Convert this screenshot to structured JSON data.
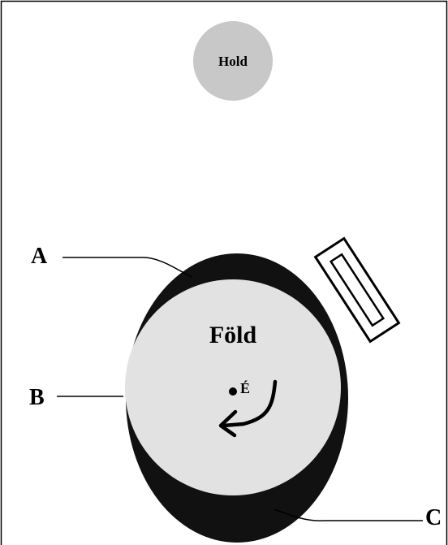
{
  "diagram": {
    "moon_label": "Hold",
    "earth_label": "Föld",
    "north_pole_label": "É",
    "label_a": "A",
    "label_b": "B",
    "label_c": "C"
  },
  "colors": {
    "background": "#ffffff",
    "frame": "#000000",
    "moon_fill": "#c8c8c8",
    "earth_fill": "#e2e2e2",
    "water_bulge": "#111111",
    "arrow": "#000000"
  },
  "icons": {
    "rotation": "curved-arrow-icon",
    "satellite": "satellite-icon"
  }
}
